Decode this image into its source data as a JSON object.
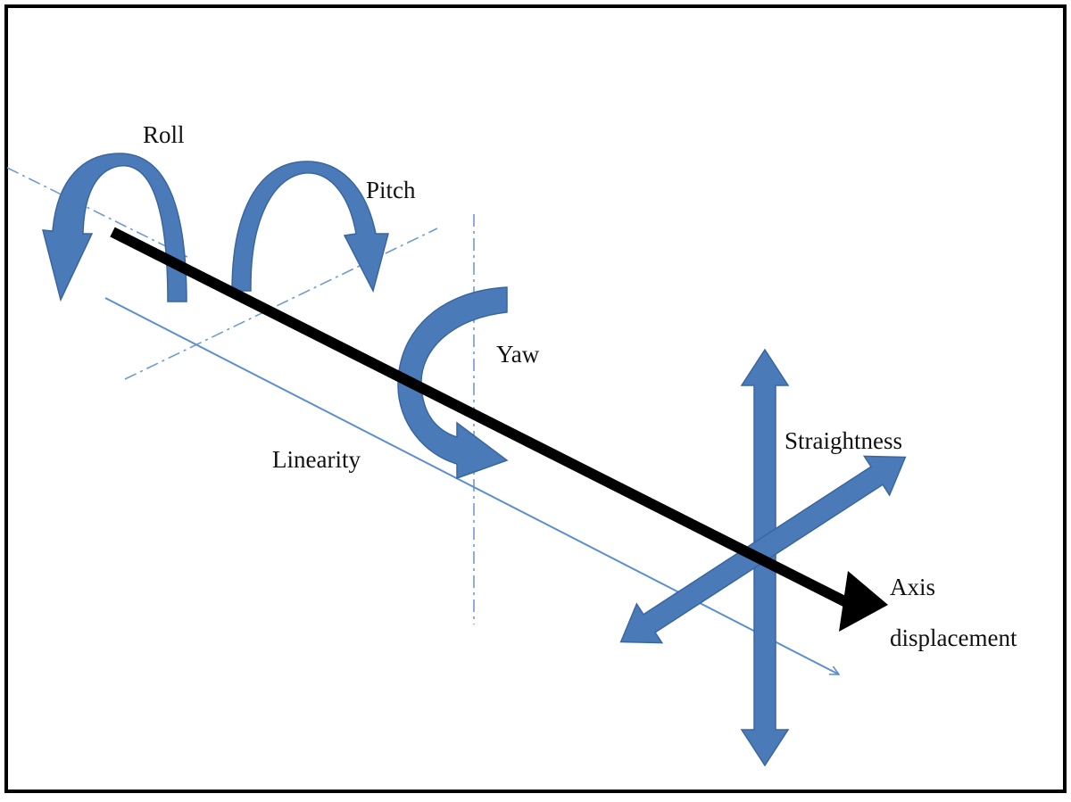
{
  "labels": {
    "roll": "Roll",
    "pitch": "Pitch",
    "yaw": "Yaw",
    "linearity": "Linearity",
    "straightness": "Straightness",
    "axis_line1": "Axis",
    "axis_line2": "displacement"
  },
  "colors": {
    "arrow_blue": "#4a7ab8",
    "arrow_blue_edge": "#3a66a0",
    "thin_blue": "#5b8fd0",
    "axis_black": "#000000",
    "border": "#000000"
  }
}
